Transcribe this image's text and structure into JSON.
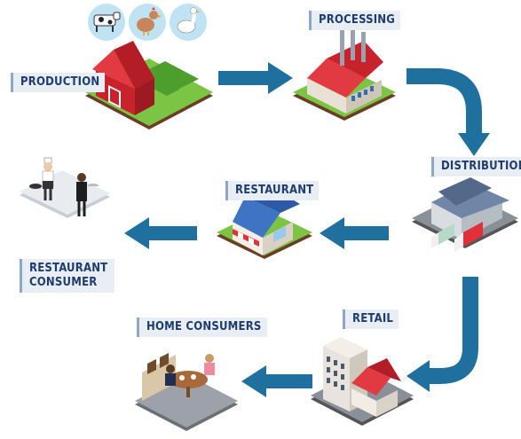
{
  "labels": {
    "production": "PRODUCTION",
    "processing": "PROCESSING",
    "distribution": "DISTRIBUTION",
    "restaurant": "RESTAURANT",
    "restaurant_consumer_line1": "RESTAURANT",
    "restaurant_consumer_line2": "CONSUMER",
    "retail": "RETAIL",
    "home_consumers": "HOME CONSUMERS"
  },
  "livestock_icons": [
    "cow-icon",
    "chicken-icon",
    "goose-icon"
  ],
  "colors": {
    "arrow": "#1f6f9f",
    "label_bg": "#e9eef5",
    "label_text": "#1e3c6e",
    "roof_red": "#e0303a",
    "grass": "#6bbf3a",
    "icon_circle": "#bfe3f3"
  }
}
